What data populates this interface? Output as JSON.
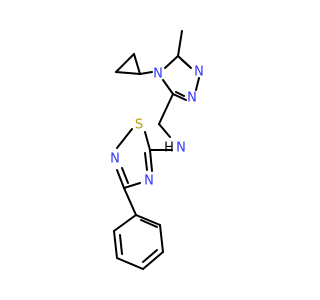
{
  "colors": {
    "bond": "#000000",
    "nitrogen": "#3333ff",
    "sulfur": "#b8a000",
    "background": "#ffffff"
  },
  "atoms": {
    "n_triazole_4": "N",
    "n_triazole_2": "N",
    "n_triazole_1": "N",
    "n_amine": "N",
    "nh_h": "H",
    "s_thiadiazole": "S",
    "n_thiadiazole_4": "N",
    "n_thiadiazole_2": "N"
  }
}
